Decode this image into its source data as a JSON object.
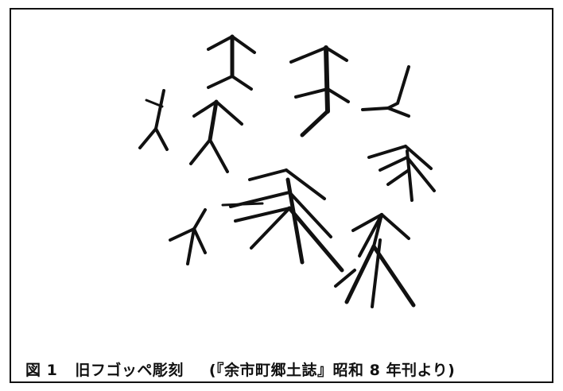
{
  "caption": {
    "figure_number": "図 1",
    "title": "旧フゴッペ彫刻",
    "source": "(『余市町郷土誌』昭和 8 年刊より)"
  }
}
